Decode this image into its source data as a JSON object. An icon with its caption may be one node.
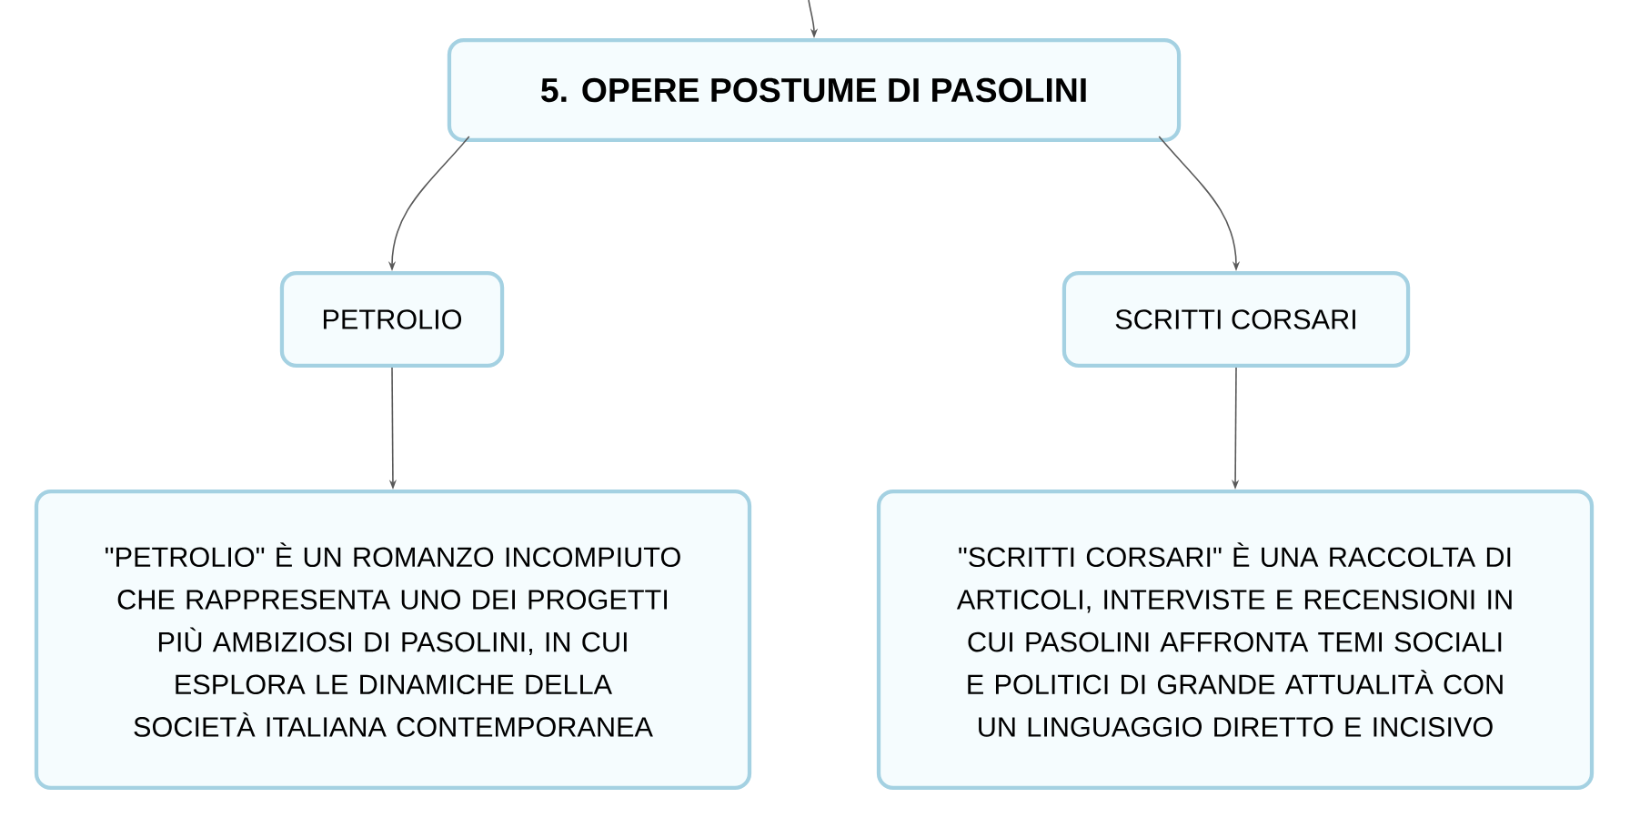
{
  "diagram": {
    "nodes": [
      {
        "text": [
          "5. OPERE POSTUME DI PASOLINI"
        ]
      },
      {
        "text": [
          "PETROLIO"
        ]
      },
      {
        "text": [
          "SCRITTI CORSARI"
        ]
      },
      {
        "text": [
          "\"PETROLIO\" È UN ROMANZO INCOMPIUTO CHE RAPPRESENTA UNO DEI PROGETTI PIÙ AMBIZIOSI DI PASOLINI, IN CUI ESPLORA LE DINAMICHE DELLA SOCIETÀ ITALIANA CONTEMPORANEA"
        ]
      },
      {
        "text": [
          "\"SCRITTI CORSARI\" È UNA RACCOLTA DI ARTICOLI, INTERVISTE E RECENSIONI IN CUI PASOLINI AFFRONTA TEMI SOCIALI E POLITICI DI GRANDE ATTUALITÀ CON UN LINGUAGGIO DIRETTO E INCISIVO"
        ]
      }
    ],
    "edges": [
      {
        "from": null,
        "to": 0,
        "arrow": "to"
      },
      {
        "from": 0,
        "to": 1,
        "arrow": "to"
      },
      {
        "from": 0,
        "to": 2,
        "arrow": "to"
      },
      {
        "from": 1,
        "to": 3,
        "arrow": "to"
      },
      {
        "from": 2,
        "to": 4,
        "arrow": "to"
      }
    ]
  }
}
